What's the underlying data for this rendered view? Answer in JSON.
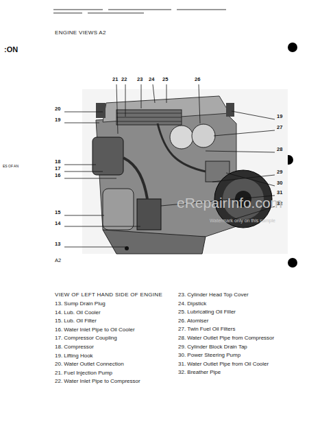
{
  "diagram": {
    "title": "ENGINE VIEWS A2",
    "caption": "VIEW OF LEFT HAND SIDE OF ENGINE",
    "labels": [
      ":ON",
      "ES OF AN",
      "21",
      "22",
      "23",
      "24",
      "25",
      "26",
      "20",
      "19",
      "18",
      "17",
      "16",
      "15",
      "14",
      "13",
      "19",
      "27",
      "28",
      "29",
      "30",
      "31",
      "32",
      "A2",
      "eRepairInfo.com",
      "Watermark only on this sample",
      "13. Sump Drain Plug",
      "14. Lub. Oil Cooler",
      "15. Lub. Oil Filter",
      "16. Water Inlet Pipe to Oil Cooler",
      "17. Compressor Coupling",
      "18. Compressor",
      "19. Lifting Hook",
      "20. Water Outlet Connection",
      "21. Fuel Injection Pump",
      "22. Water Inlet Pipe to Compressor",
      "23. Cylinder Head Top Cover",
      "24. Dipstick",
      "25. Lubricating Oil Filler",
      "26. Atomiser",
      "27. Twin Fuel Oil Filters",
      "28. Water Outlet Pipe from Compressor",
      "29. Cylinder Block Drain Tap",
      "30. Power Steering Pump",
      "31. Water Outlet Pipe from Oil Cooler",
      "32. Breather Pipe"
    ]
  }
}
